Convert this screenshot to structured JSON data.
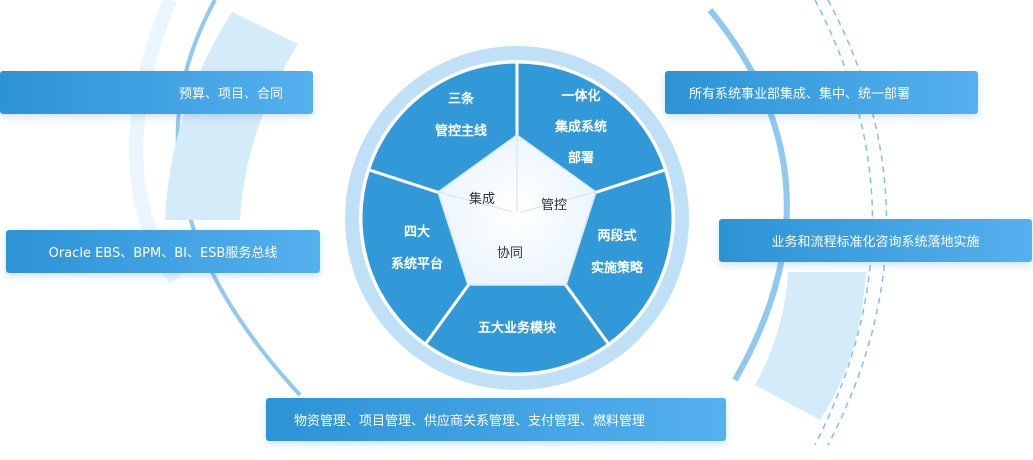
{
  "wheel": {
    "segments": [
      {
        "line1": "三条",
        "line2": "管控主线"
      },
      {
        "line1": "一体化",
        "line2": "集成系统",
        "line3": "部署"
      },
      {
        "line1": "两段式",
        "line2": "实施策略"
      },
      {
        "line1": "五大业务模块"
      },
      {
        "line1": "四大",
        "line2": "系统平台"
      }
    ],
    "center": {
      "a": "集成",
      "b": "管控",
      "c": "协同"
    }
  },
  "labels": {
    "left_top": "预算、项目、合同",
    "left_middle": "Oracle EBS、BPM、BI、ESB服务总线",
    "bottom": "物资管理、项目管理、供应商关系管理、支付管理、燃料管理",
    "right_top": "所有系统事业部集成、集中、统一部署",
    "right_middle": "业务和流程标准化咨询系统落地实施"
  },
  "colors": {
    "segment": "#3199d8",
    "segment_divider": "#ffffff",
    "ring_outer": "#bfe0f6",
    "center": "#ffffff",
    "box": "#3aa1e2",
    "arc": "#8fc9ef",
    "arc_light": "#d4ebfa"
  }
}
